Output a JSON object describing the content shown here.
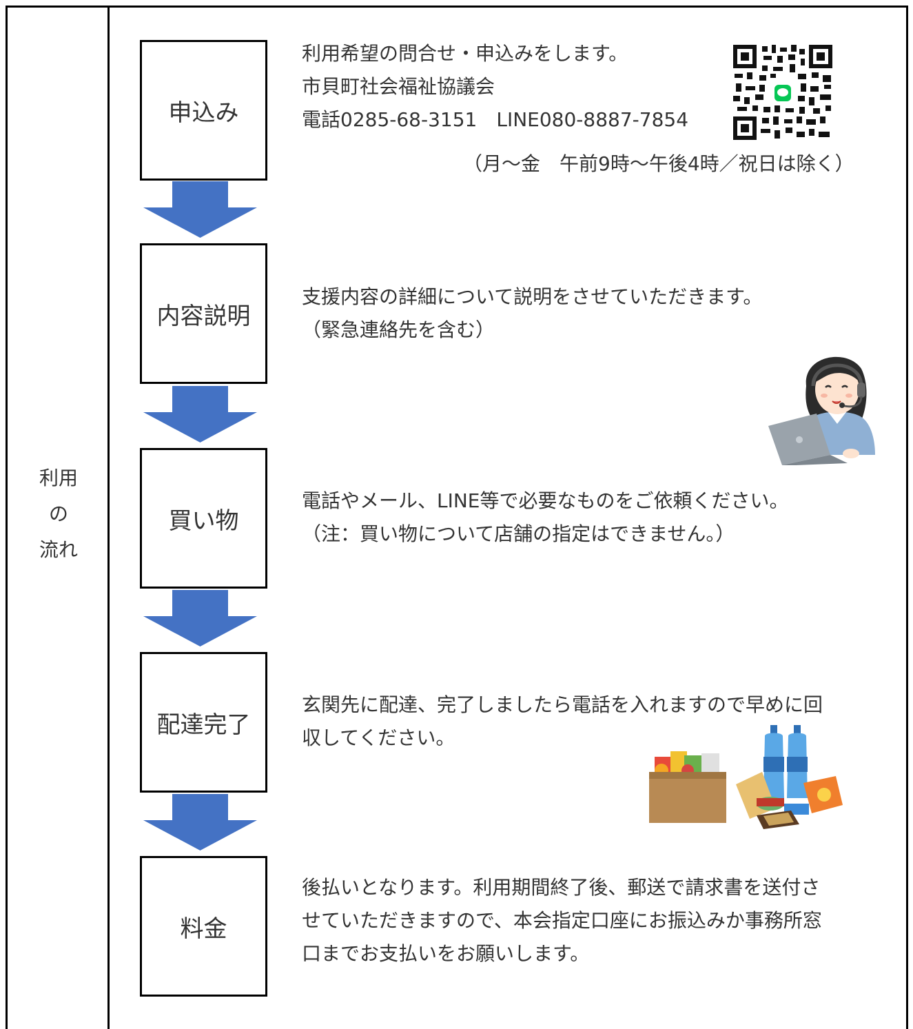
{
  "side_label": {
    "line1": "利用",
    "line2": "の",
    "line3": "流れ"
  },
  "steps": [
    {
      "title": "申込み",
      "lines": [
        "利用希望の問合せ・申込みをします。",
        "市貝町社会福祉協議会",
        "電話0285-68-3151　LINE080-8887-7854"
      ],
      "note": "（月～金　午前9時～午後4時／祝日は除く）"
    },
    {
      "title": "内容説明",
      "lines": [
        "支援内容の詳細について説明をさせていただきます。",
        "（緊急連絡先を含む）"
      ]
    },
    {
      "title": "買い物",
      "lines": [
        "電話やメール、LINE等で必要なものをご依頼ください。",
        "（注：買い物について店舗の指定はできません。）"
      ]
    },
    {
      "title": "配達完了",
      "lines": [
        "玄関先に配達、完了しましたら電話を入れますので早めに回",
        "収してください。"
      ]
    },
    {
      "title": "料金",
      "lines": [
        "後払いとなります。利用期間終了後、郵送で請求書を送付さ",
        "せていただきますので、本会指定口座にお振込みか事務所窓",
        "口までお支払いをお願いします。"
      ]
    }
  ],
  "images": {
    "qr": "line-qr-code-icon",
    "operator": "headset-operator-illustration",
    "goods": "groceries-box-illustration"
  },
  "colors": {
    "arrow": "#4472c4",
    "border": "#000000",
    "text": "#333333",
    "line_green": "#06c755"
  }
}
